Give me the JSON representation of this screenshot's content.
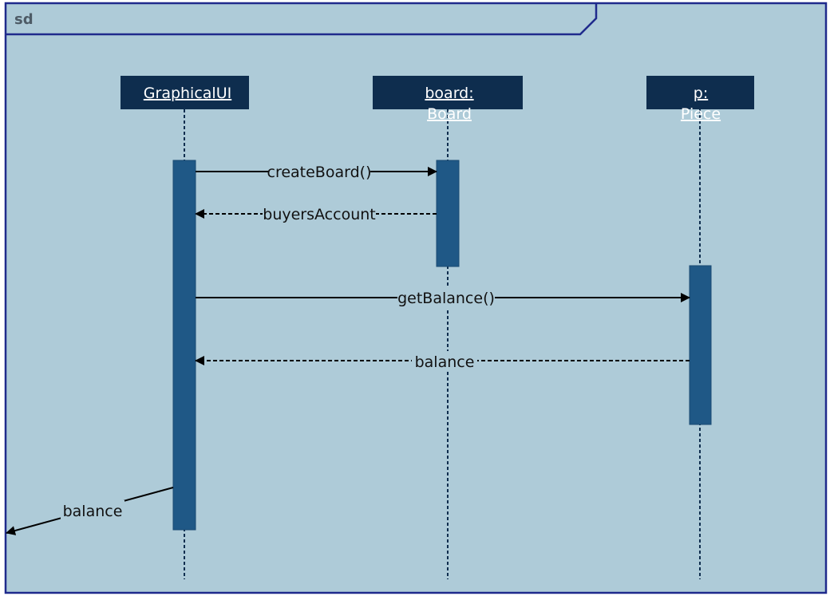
{
  "frame": {
    "label": "sd"
  },
  "lifelines": [
    {
      "id": "gui",
      "line1": "GraphicalUI",
      "line2": ""
    },
    {
      "id": "board",
      "line1": "board:",
      "line2": "Board"
    },
    {
      "id": "piece",
      "line1": "p:",
      "line2": "Piece"
    }
  ],
  "messages": [
    {
      "id": "m1",
      "label": "createBoard()",
      "kind": "call"
    },
    {
      "id": "m2",
      "label": "buyersAccount",
      "kind": "return"
    },
    {
      "id": "m3",
      "label": "getBalance()",
      "kind": "call"
    },
    {
      "id": "m4",
      "label": "balance",
      "kind": "return"
    },
    {
      "id": "m5",
      "label": "balance",
      "kind": "lost"
    }
  ],
  "colors": {
    "background": "#aecbd8",
    "frame_border": "#1f2a8c",
    "header_fill": "#0e2d4e",
    "activation_fill": "#1f5886",
    "line": "#000000"
  }
}
